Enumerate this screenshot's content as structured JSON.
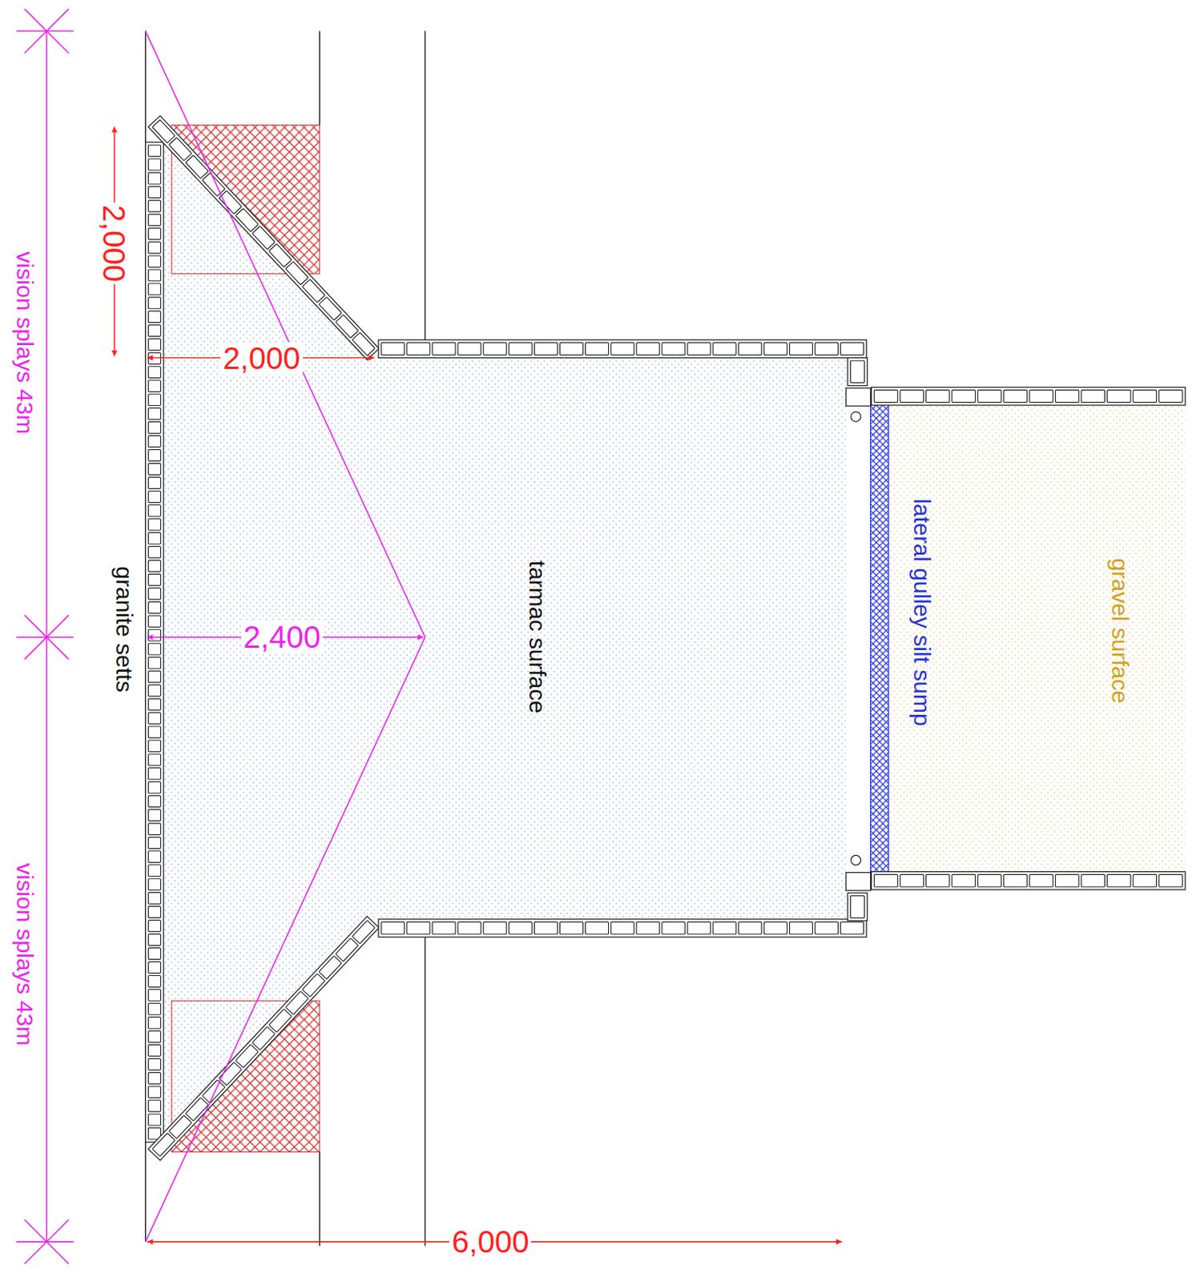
{
  "diagram": {
    "labels": [
      "vision splays 43m",
      "2,000",
      "2,000",
      "granite setts",
      "2,400",
      "tarmac surface",
      "lateral gulley silt sump",
      "gravel surface",
      "vision splays 43m",
      "6,000"
    ]
  }
}
